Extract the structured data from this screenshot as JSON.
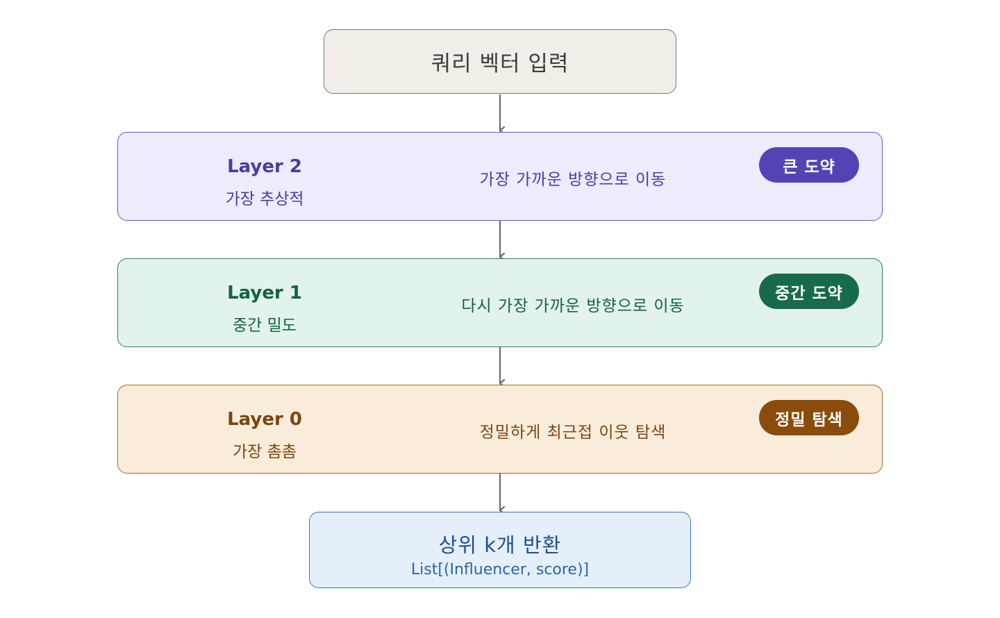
{
  "start": {
    "label": "쿼리 벡터 입력"
  },
  "layers": [
    {
      "name": "Layer 2",
      "sub": "가장 추상적",
      "desc": "가장 가까운 방향으로 이동",
      "badge": "큰 도약"
    },
    {
      "name": "Layer 1",
      "sub": "중간 밀도",
      "desc": "다시 가장 가까운 방향으로 이동",
      "badge": "중간 도약"
    },
    {
      "name": "Layer 0",
      "sub": "가장 촘촘",
      "desc": "정밀하게 최근접 이웃 탐색",
      "badge": "정밀 탐색"
    }
  ],
  "end": {
    "label": "상위 k개 반환",
    "sub": "List[(Influencer, score)]"
  },
  "colors": {
    "arrow": "#6b6b6b",
    "layer2_accent": "#5344b6",
    "layer1_accent": "#186b48",
    "layer0_accent": "#8a4c0c",
    "end_accent": "#3b72bd"
  }
}
